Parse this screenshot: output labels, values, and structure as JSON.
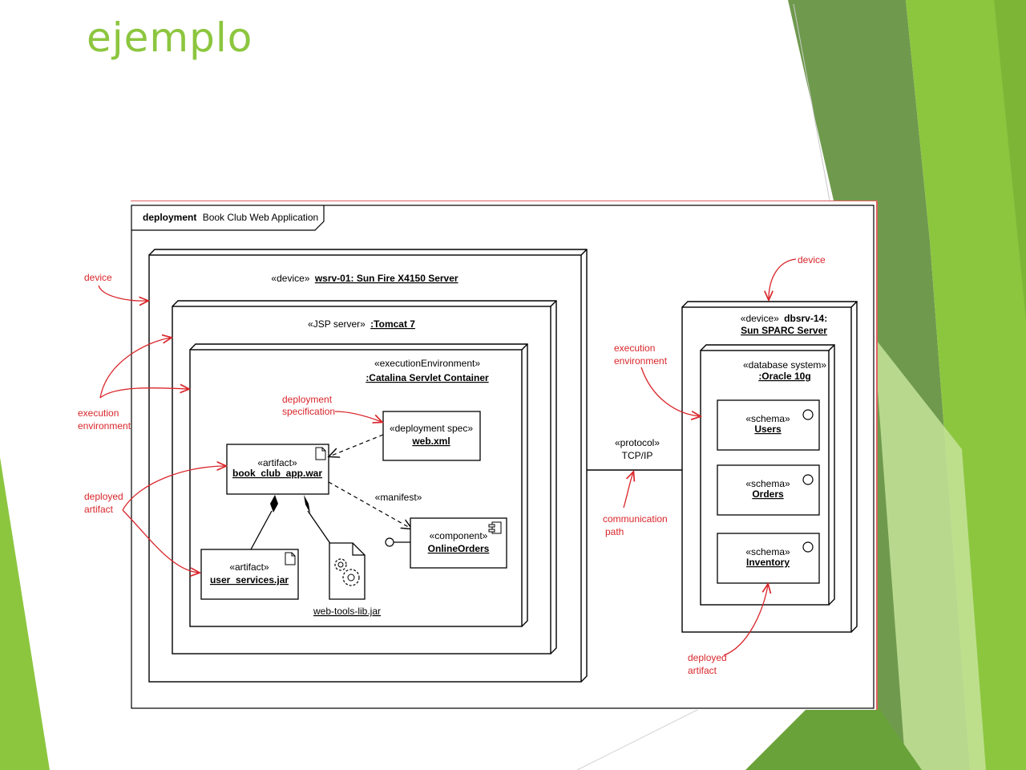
{
  "slide": {
    "title": "ejemplo"
  },
  "colors": {
    "title": "#8cc63f",
    "annotation": "#d9262b",
    "stroke": "#000000",
    "green_dark": "#5f8f3a",
    "green_mid": "#8cc63f",
    "green_light": "#c5e39a"
  },
  "diagram": {
    "frame": {
      "keyword": "deployment",
      "name": "Book Club Web Application"
    },
    "server_node": {
      "stereotype": "«device»",
      "name": "wsrv-01: Sun Fire X4150 Server"
    },
    "tomcat_node": {
      "stereotype": "«JSP server»",
      "name": ":Tomcat 7"
    },
    "catalina_node": {
      "stereotype": "«executionEnvironment»",
      "name": ":Catalina Servlet Container"
    },
    "deployment_spec": {
      "stereotype": "«deployment spec»",
      "name": "web.xml"
    },
    "war_artifact": {
      "stereotype": "«artifact»",
      "name": "book_club_app.war"
    },
    "user_services": {
      "stereotype": "«artifact»",
      "name": "user_services.jar"
    },
    "web_tools_lib": {
      "name": "web-tools-lib.jar"
    },
    "component": {
      "stereotype": "«component»",
      "name": "OnlineOrders"
    },
    "manifest_label": "«manifest»",
    "protocol": {
      "stereotype": "«protocol»",
      "name": "TCP/IP"
    },
    "db_node": {
      "stereotype": "«device»",
      "name_line1": "dbsrv-14:",
      "name_line2": "Sun SPARC Server"
    },
    "oracle_node": {
      "stereotype": "«database system»",
      "name": ":Oracle 10g"
    },
    "schemas": [
      {
        "stereotype": "«schema»",
        "name": "Users"
      },
      {
        "stereotype": "«schema»",
        "name": "Orders"
      },
      {
        "stereotype": "«schema»",
        "name": "Inventory"
      }
    ],
    "annotations": {
      "device_left": "device",
      "device_right": "device",
      "exec_env_left_1": "execution",
      "exec_env_left_2": "environment",
      "exec_env_right_1": "execution",
      "exec_env_right_2": "environment",
      "dep_spec_1": "deployment",
      "dep_spec_2": "specification",
      "deployed_left_1": "deployed",
      "deployed_left_2": "artifact",
      "deployed_right_1": "deployed",
      "deployed_right_2": "artifact",
      "comm_path_1": "communication",
      "comm_path_2": "path"
    }
  }
}
